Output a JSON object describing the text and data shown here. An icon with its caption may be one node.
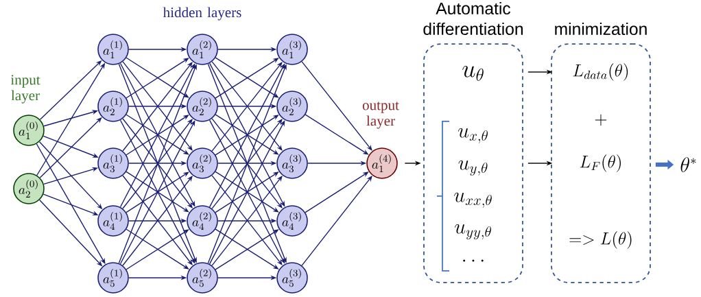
{
  "diagram": {
    "nodes": [
      {
        "text": [
          "a_1^{(0)}"
        ]
      },
      {
        "text": [
          "a_2^{(0)}"
        ]
      },
      {
        "text": [
          "a_1^{(1)}"
        ]
      },
      {
        "text": [
          "a_2^{(1)}"
        ]
      },
      {
        "text": [
          "a_3^{(1)}"
        ]
      },
      {
        "text": [
          "a_4^{(1)}"
        ]
      },
      {
        "text": [
          "a_5^{(1)}"
        ]
      },
      {
        "text": [
          "a_1^{(2)}"
        ]
      },
      {
        "text": [
          "a_2^{(2)}"
        ]
      },
      {
        "text": [
          "a_3^{(2)}"
        ]
      },
      {
        "text": [
          "a_4^{(2)}"
        ]
      },
      {
        "text": [
          "a_5^{(2)}"
        ]
      },
      {
        "text": [
          "a_1^{(3)}"
        ]
      },
      {
        "text": [
          "a_2^{(3)}"
        ]
      },
      {
        "text": [
          "a_3^{(3)}"
        ]
      },
      {
        "text": [
          "a_4^{(3)}"
        ]
      },
      {
        "text": [
          "a_5^{(3)}"
        ]
      },
      {
        "text": [
          "a_1^{(4)}"
        ]
      },
      {
        "text": [
          "Automatic differentiation",
          "u_{\\theta}",
          "u_{x,\\theta}",
          "u_{y,\\theta}",
          "u_{xx,\\theta}",
          "u_{yy,\\theta}",
          "\\dots"
        ]
      },
      {
        "text": [
          "minimization",
          "+",
          "=> L(\\theta)"
        ]
      },
      {
        "text": [
          "L_{data}(\\theta)"
        ],
        "in": 19
      },
      {
        "text": [
          "L_F(\\theta)"
        ],
        "in": 19
      },
      {
        "text": [
          "\\theta^*"
        ]
      }
    ],
    "edges": [
      {
        "from": 0,
        "to": 2,
        "arrow": "to"
      },
      {
        "from": 0,
        "to": 3,
        "arrow": "to"
      },
      {
        "from": 0,
        "to": 4,
        "arrow": "to"
      },
      {
        "from": 0,
        "to": 5,
        "arrow": "to"
      },
      {
        "from": 0,
        "to": 6,
        "arrow": "to"
      },
      {
        "from": 1,
        "to": 2,
        "arrow": "to"
      },
      {
        "from": 1,
        "to": 3,
        "arrow": "to"
      },
      {
        "from": 1,
        "to": 4,
        "arrow": "to"
      },
      {
        "from": 1,
        "to": 5,
        "arrow": "to"
      },
      {
        "from": 1,
        "to": 6,
        "arrow": "to"
      },
      {
        "from": 2,
        "to": 7,
        "arrow": "to"
      },
      {
        "from": 2,
        "to": 8,
        "arrow": "to"
      },
      {
        "from": 2,
        "to": 9,
        "arrow": "to"
      },
      {
        "from": 2,
        "to": 10,
        "arrow": "to"
      },
      {
        "from": 2,
        "to": 11,
        "arrow": "to"
      },
      {
        "from": 3,
        "to": 7,
        "arrow": "to"
      },
      {
        "from": 3,
        "to": 8,
        "arrow": "to"
      },
      {
        "from": 3,
        "to": 9,
        "arrow": "to"
      },
      {
        "from": 3,
        "to": 10,
        "arrow": "to"
      },
      {
        "from": 3,
        "to": 11,
        "arrow": "to"
      },
      {
        "from": 4,
        "to": 7,
        "arrow": "to"
      },
      {
        "from": 4,
        "to": 8,
        "arrow": "to"
      },
      {
        "from": 4,
        "to": 9,
        "arrow": "to"
      },
      {
        "from": 4,
        "to": 10,
        "arrow": "to"
      },
      {
        "from": 4,
        "to": 11,
        "arrow": "to"
      },
      {
        "from": 5,
        "to": 7,
        "arrow": "to"
      },
      {
        "from": 5,
        "to": 8,
        "arrow": "to"
      },
      {
        "from": 5,
        "to": 9,
        "arrow": "to"
      },
      {
        "from": 5,
        "to": 10,
        "arrow": "to"
      },
      {
        "from": 5,
        "to": 11,
        "arrow": "to"
      },
      {
        "from": 6,
        "to": 7,
        "arrow": "to"
      },
      {
        "from": 6,
        "to": 8,
        "arrow": "to"
      },
      {
        "from": 6,
        "to": 9,
        "arrow": "to"
      },
      {
        "from": 6,
        "to": 10,
        "arrow": "to"
      },
      {
        "from": 6,
        "to": 11,
        "arrow": "to"
      },
      {
        "from": 7,
        "to": 12,
        "arrow": "to"
      },
      {
        "from": 7,
        "to": 13,
        "arrow": "to"
      },
      {
        "from": 7,
        "to": 14,
        "arrow": "to"
      },
      {
        "from": 7,
        "to": 15,
        "arrow": "to"
      },
      {
        "from": 7,
        "to": 16,
        "arrow": "to"
      },
      {
        "from": 8,
        "to": 12,
        "arrow": "to"
      },
      {
        "from": 8,
        "to": 13,
        "arrow": "to"
      },
      {
        "from": 8,
        "to": 14,
        "arrow": "to"
      },
      {
        "from": 8,
        "to": 15,
        "arrow": "to"
      },
      {
        "from": 8,
        "to": 16,
        "arrow": "to"
      },
      {
        "from": 9,
        "to": 12,
        "arrow": "to"
      },
      {
        "from": 9,
        "to": 13,
        "arrow": "to"
      },
      {
        "from": 9,
        "to": 14,
        "arrow": "to"
      },
      {
        "from": 9,
        "to": 15,
        "arrow": "to"
      },
      {
        "from": 9,
        "to": 16,
        "arrow": "to"
      },
      {
        "from": 10,
        "to": 12,
        "arrow": "to"
      },
      {
        "from": 10,
        "to": 13,
        "arrow": "to"
      },
      {
        "from": 10,
        "to": 14,
        "arrow": "to"
      },
      {
        "from": 10,
        "to": 15,
        "arrow": "to"
      },
      {
        "from": 10,
        "to": 16,
        "arrow": "to"
      },
      {
        "from": 11,
        "to": 12,
        "arrow": "to"
      },
      {
        "from": 11,
        "to": 13,
        "arrow": "to"
      },
      {
        "from": 11,
        "to": 14,
        "arrow": "to"
      },
      {
        "from": 11,
        "to": 15,
        "arrow": "to"
      },
      {
        "from": 11,
        "to": 16,
        "arrow": "to"
      },
      {
        "from": 12,
        "to": 17,
        "arrow": "to"
      },
      {
        "from": 13,
        "to": 17,
        "arrow": "to"
      },
      {
        "from": 14,
        "to": 17,
        "arrow": "to"
      },
      {
        "from": 15,
        "to": 17,
        "arrow": "to"
      },
      {
        "from": 16,
        "to": 17,
        "arrow": "to"
      },
      {
        "from": 17,
        "to": 18,
        "arrow": "to",
        "color": "#000000"
      },
      {
        "from": 18,
        "to": 20,
        "arrow": "to",
        "color": "#000000"
      },
      {
        "from": 18,
        "to": 21,
        "arrow": "to",
        "color": "#000000"
      },
      {
        "from": 19,
        "to": 22,
        "arrow": "to",
        "style": "thick",
        "color": "#4472c4"
      }
    ],
    "labels": [
      "hidden layers",
      "input layer",
      "output layer"
    ]
  }
}
